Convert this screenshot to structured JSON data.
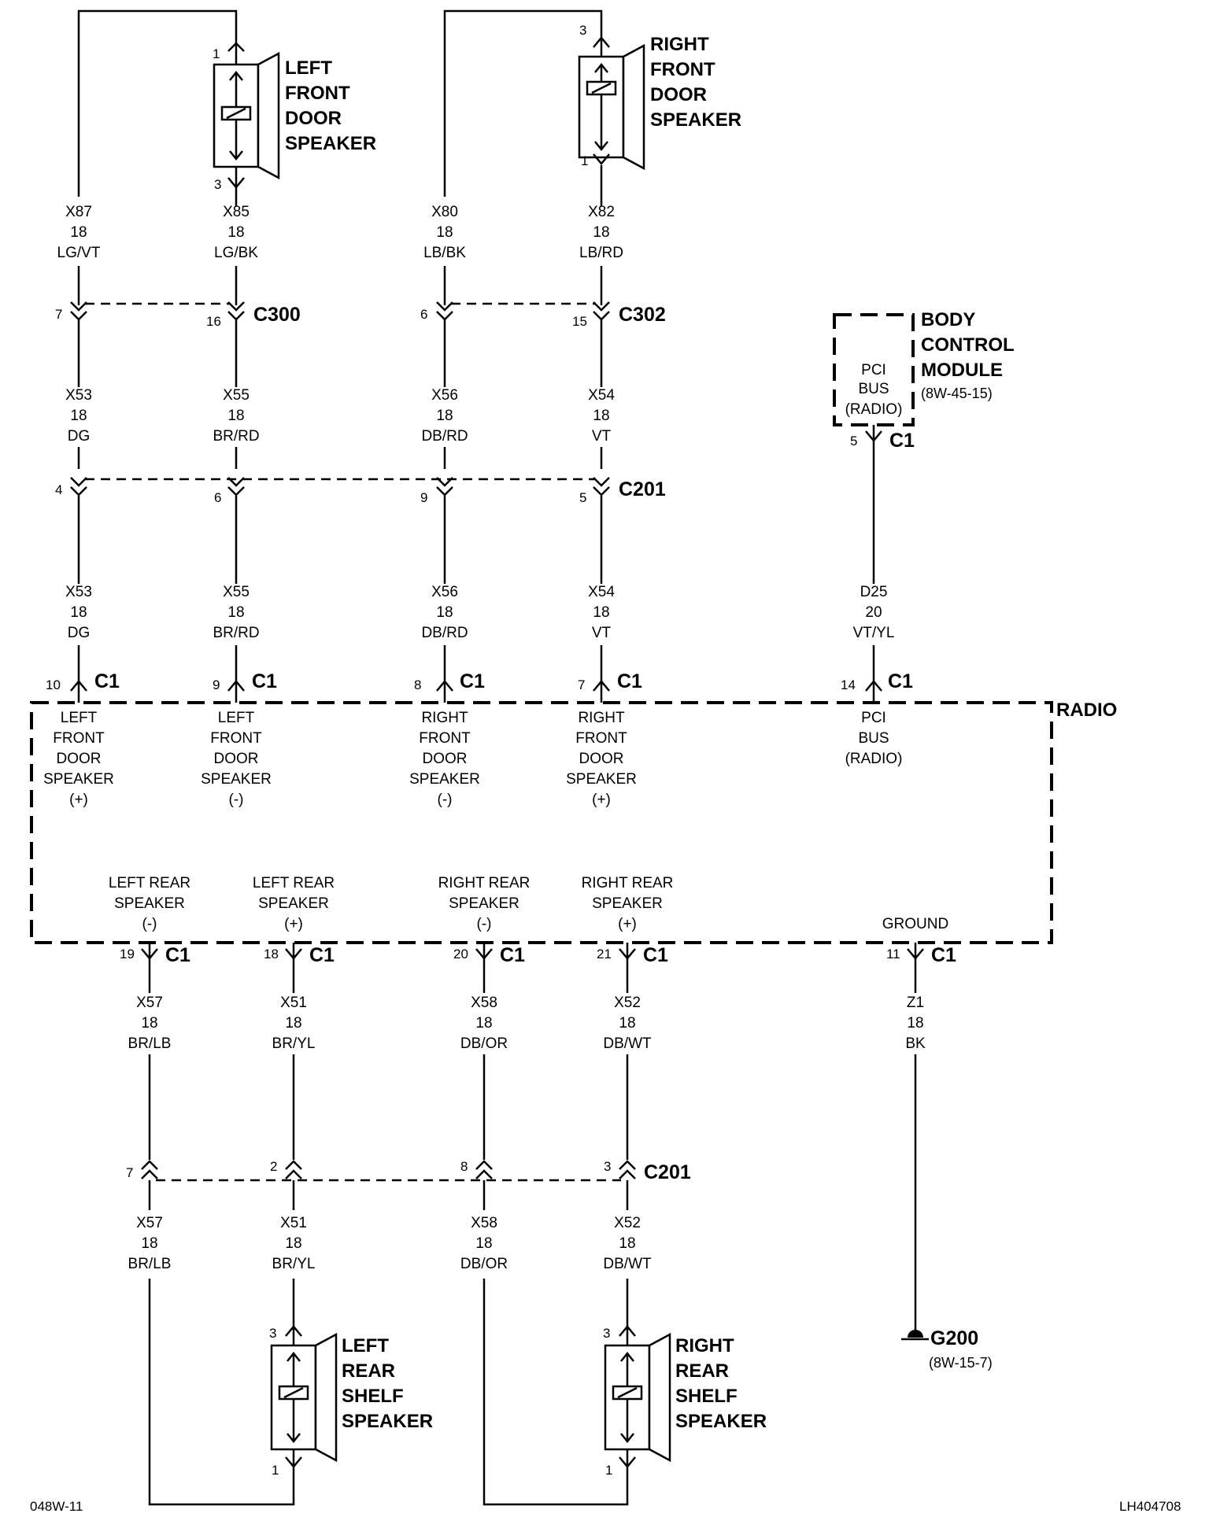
{
  "components": {
    "lf_speaker": [
      "LEFT",
      "FRONT",
      "DOOR",
      "SPEAKER"
    ],
    "rf_speaker": [
      "RIGHT",
      "FRONT",
      "DOOR",
      "SPEAKER"
    ],
    "lr_speaker": [
      "LEFT",
      "REAR",
      "SHELF",
      "SPEAKER"
    ],
    "rr_speaker": [
      "RIGHT",
      "REAR",
      "SHELF",
      "SPEAKER"
    ],
    "bcm": [
      "BODY",
      "CONTROL",
      "MODULE"
    ],
    "bcm_ref": "(8W-45-15)",
    "bcm_inner": [
      "PCI",
      "BUS",
      "(RADIO)"
    ],
    "radio": "RADIO",
    "ground": "G200",
    "ground_ref": "(8W-15-7)"
  },
  "speaker_pins": {
    "lf_top": "1",
    "lf_bottom": "3",
    "rf_top": "3",
    "rf_bottom": "1",
    "lr_top": "3",
    "lr_bottom": "1",
    "rr_top": "3",
    "rr_bottom": "1"
  },
  "wires": {
    "x87": [
      "X87",
      "18",
      "LG/VT"
    ],
    "x85": [
      "X85",
      "18",
      "LG/BK"
    ],
    "x80": [
      "X80",
      "18",
      "LB/BK"
    ],
    "x82": [
      "X82",
      "18",
      "LB/RD"
    ],
    "x53a": [
      "X53",
      "18",
      "DG"
    ],
    "x55a": [
      "X55",
      "18",
      "BR/RD"
    ],
    "x56a": [
      "X56",
      "18",
      "DB/RD"
    ],
    "x54a": [
      "X54",
      "18",
      "VT"
    ],
    "x53b": [
      "X53",
      "18",
      "DG"
    ],
    "x55b": [
      "X55",
      "18",
      "BR/RD"
    ],
    "x56b": [
      "X56",
      "18",
      "DB/RD"
    ],
    "x54b": [
      "X54",
      "18",
      "VT"
    ],
    "d25": [
      "D25",
      "20",
      "VT/YL"
    ],
    "x57a": [
      "X57",
      "18",
      "BR/LB"
    ],
    "x51a": [
      "X51",
      "18",
      "BR/YL"
    ],
    "x58a": [
      "X58",
      "18",
      "DB/OR"
    ],
    "x52a": [
      "X52",
      "18",
      "DB/WT"
    ],
    "z1": [
      "Z1",
      "18",
      "BK"
    ],
    "x57b": [
      "X57",
      "18",
      "BR/LB"
    ],
    "x51b": [
      "X51",
      "18",
      "BR/YL"
    ],
    "x58b": [
      "X58",
      "18",
      "DB/OR"
    ],
    "x52b": [
      "X52",
      "18",
      "DB/WT"
    ]
  },
  "connectors": {
    "c300": {
      "name": "C300",
      "pins": [
        "7",
        "16"
      ]
    },
    "c302": {
      "name": "C302",
      "pins": [
        "6",
        "15"
      ]
    },
    "c201_top": {
      "name": "C201",
      "pins": [
        "4",
        "6",
        "9",
        "5"
      ]
    },
    "c201_bottom": {
      "name": "C201",
      "pins": [
        "7",
        "2",
        "8",
        "3"
      ]
    },
    "bcm_c1": {
      "name": "C1",
      "pin": "5"
    }
  },
  "radio_top": [
    {
      "pin": "10",
      "conn": "C1",
      "label": [
        "LEFT",
        "FRONT",
        "DOOR",
        "SPEAKER",
        "(+)"
      ]
    },
    {
      "pin": "9",
      "conn": "C1",
      "label": [
        "LEFT",
        "FRONT",
        "DOOR",
        "SPEAKER",
        "(-)"
      ]
    },
    {
      "pin": "8",
      "conn": "C1",
      "label": [
        "RIGHT",
        "FRONT",
        "DOOR",
        "SPEAKER",
        "(-)"
      ]
    },
    {
      "pin": "7",
      "conn": "C1",
      "label": [
        "RIGHT",
        "FRONT",
        "DOOR",
        "SPEAKER",
        "(+)"
      ]
    },
    {
      "pin": "14",
      "conn": "C1",
      "label": [
        "PCI",
        "BUS",
        "(RADIO)"
      ]
    }
  ],
  "radio_bottom": [
    {
      "pin": "19",
      "conn": "C1",
      "label": [
        "LEFT REAR",
        "SPEAKER",
        "(-)"
      ]
    },
    {
      "pin": "18",
      "conn": "C1",
      "label": [
        "LEFT REAR",
        "SPEAKER",
        "(+)"
      ]
    },
    {
      "pin": "20",
      "conn": "C1",
      "label": [
        "RIGHT REAR",
        "SPEAKER",
        "(-)"
      ]
    },
    {
      "pin": "21",
      "conn": "C1",
      "label": [
        "RIGHT REAR",
        "SPEAKER",
        "(+)"
      ]
    },
    {
      "pin": "11",
      "conn": "C1",
      "label": [
        "GROUND"
      ]
    }
  ],
  "footer": {
    "left": "048W-11",
    "right": "LH404708"
  }
}
